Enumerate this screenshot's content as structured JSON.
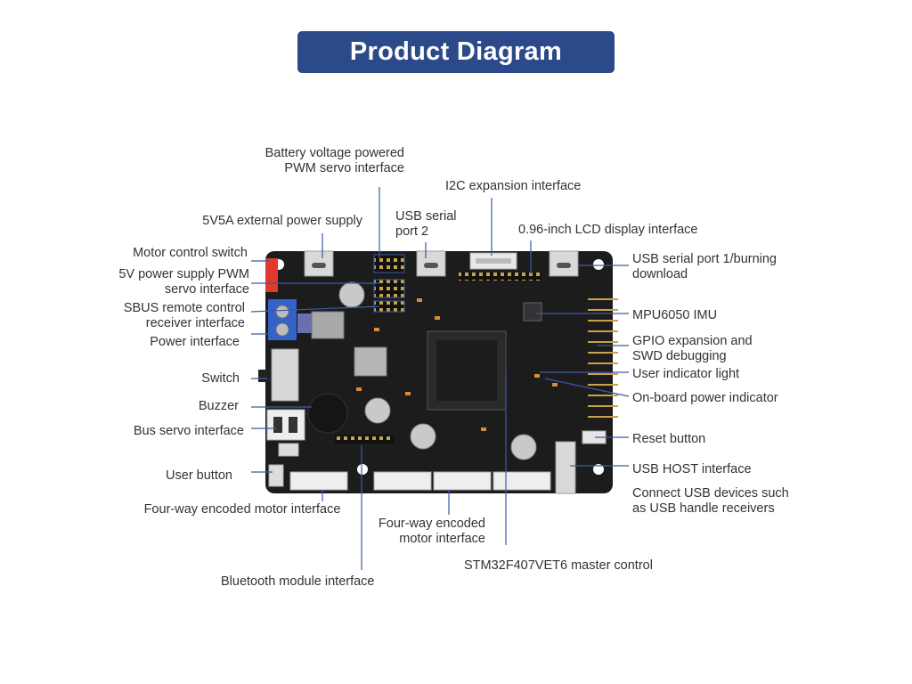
{
  "title": "Product Diagram",
  "colors": {
    "banner": "#2c4a8a",
    "board": "#1c1c1c",
    "leader_line": "#3b5ba6",
    "power_terminal": "#3462c9",
    "motor_switch": "#e03a2b"
  },
  "labels": {
    "battery_pwm_servo": [
      "Battery voltage powered",
      "PWM servo interface"
    ],
    "i2c_expansion": [
      "I2C expansion interface"
    ],
    "ext_power_5v5a": [
      "5V5A external power supply"
    ],
    "usb_serial_2": [
      "USB serial",
      "port 2"
    ],
    "lcd_interface": [
      "0.96-inch LCD display interface"
    ],
    "motor_control_switch": [
      "Motor control switch"
    ],
    "usb_serial_1": [
      "USB serial port 1/burning",
      "download"
    ],
    "pwm_servo_5v": [
      "5V power supply PWM",
      "servo interface"
    ],
    "sbus_receiver": [
      "SBUS remote control",
      "receiver interface"
    ],
    "mpu6050": [
      "MPU6050 IMU"
    ],
    "power_interface": [
      "Power interface"
    ],
    "gpio_swd": [
      "GPIO expansion and",
      "SWD debugging"
    ],
    "user_indicator": [
      "User indicator light"
    ],
    "switch": [
      "Switch"
    ],
    "onboard_power": [
      "On-board power indicator"
    ],
    "buzzer": [
      "Buzzer"
    ],
    "bus_servo": [
      "Bus servo interface"
    ],
    "reset_button": [
      "Reset button"
    ],
    "user_button": [
      "User button"
    ],
    "usb_host": [
      "USB HOST interface"
    ],
    "usb_devices_note": [
      "Connect USB devices such",
      "as USB handle receivers"
    ],
    "encoded_motor_left": [
      "Four-way encoded motor interface"
    ],
    "encoded_motor_mid": [
      "Four-way encoded",
      "motor interface"
    ],
    "stm32_master": [
      "STM32F407VET6 master control"
    ],
    "bluetooth_module": [
      "Bluetooth module interface"
    ]
  }
}
